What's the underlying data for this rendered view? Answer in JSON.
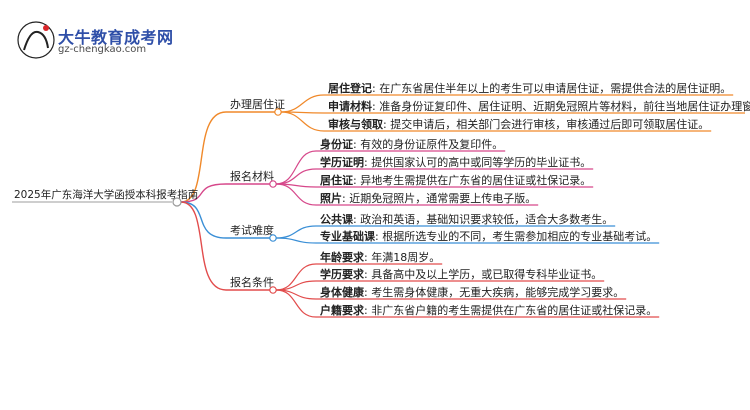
{
  "logo": {
    "name": "大牛教育成考网",
    "url": "gz-chengkao.com",
    "mark_text": "大牛"
  },
  "colors": {
    "line_gray": "#b0b0b0",
    "branch_orange": "#f0892a",
    "branch_pink": "#d6478a",
    "branch_blue": "#3a8fd6",
    "branch_red": "#e24c4c"
  },
  "mindmap": {
    "root": "2025年广东海洋大学函授本科报考指南",
    "branches": [
      {
        "label": "办理居住证",
        "color": "#f0892a",
        "leaves": [
          {
            "key": "居住登记",
            "sep": ": ",
            "text": "在广东省居住半年以上的考生可以申请居住证，需提供合法的居住证明。"
          },
          {
            "key": "申请材料",
            "sep": ": ",
            "text": "准备身份证复印件、居住证明、近期免冠照片等材料，前往当地居住证办理窗口提交申请。"
          },
          {
            "key": "审核与领取",
            "sep": ": ",
            "text": "提交申请后，相关部门会进行审核，审核通过后即可领取居住证。"
          }
        ]
      },
      {
        "label": "报名材料",
        "color": "#d6478a",
        "leaves": [
          {
            "key": "身份证",
            "sep": ": ",
            "text": "有效的身份证原件及复印件。"
          },
          {
            "key": "学历证明",
            "sep": ": ",
            "text": "提供国家认可的高中或同等学历的毕业证书。"
          },
          {
            "key": "居住证",
            "sep": ": ",
            "text": "异地考生需提供在广东省的居住证或社保记录。"
          },
          {
            "key": "照片",
            "sep": ": ",
            "text": "近期免冠照片，通常需要上传电子版。"
          }
        ]
      },
      {
        "label": "考试难度",
        "color": "#3a8fd6",
        "leaves": [
          {
            "key": "公共课",
            "sep": ": ",
            "text": "政治和英语，基础知识要求较低，适合大多数考生。"
          },
          {
            "key": "专业基础课",
            "sep": ": ",
            "text": "根据所选专业的不同，考生需参加相应的专业基础考试。"
          }
        ]
      },
      {
        "label": "报名条件",
        "color": "#e24c4c",
        "leaves": [
          {
            "key": "年龄要求",
            "sep": ": ",
            "text": "年满18周岁。"
          },
          {
            "key": "学历要求",
            "sep": ": ",
            "text": "具备高中及以上学历，或已取得专科毕业证书。"
          },
          {
            "key": "身体健康",
            "sep": ": ",
            "text": "考生需身体健康，无重大疾病，能够完成学习要求。"
          },
          {
            "key": "户籍要求",
            "sep": ": ",
            "text": "非广东省户籍的考生需提供在广东省的居住证或社保记录。"
          }
        ]
      }
    ]
  }
}
